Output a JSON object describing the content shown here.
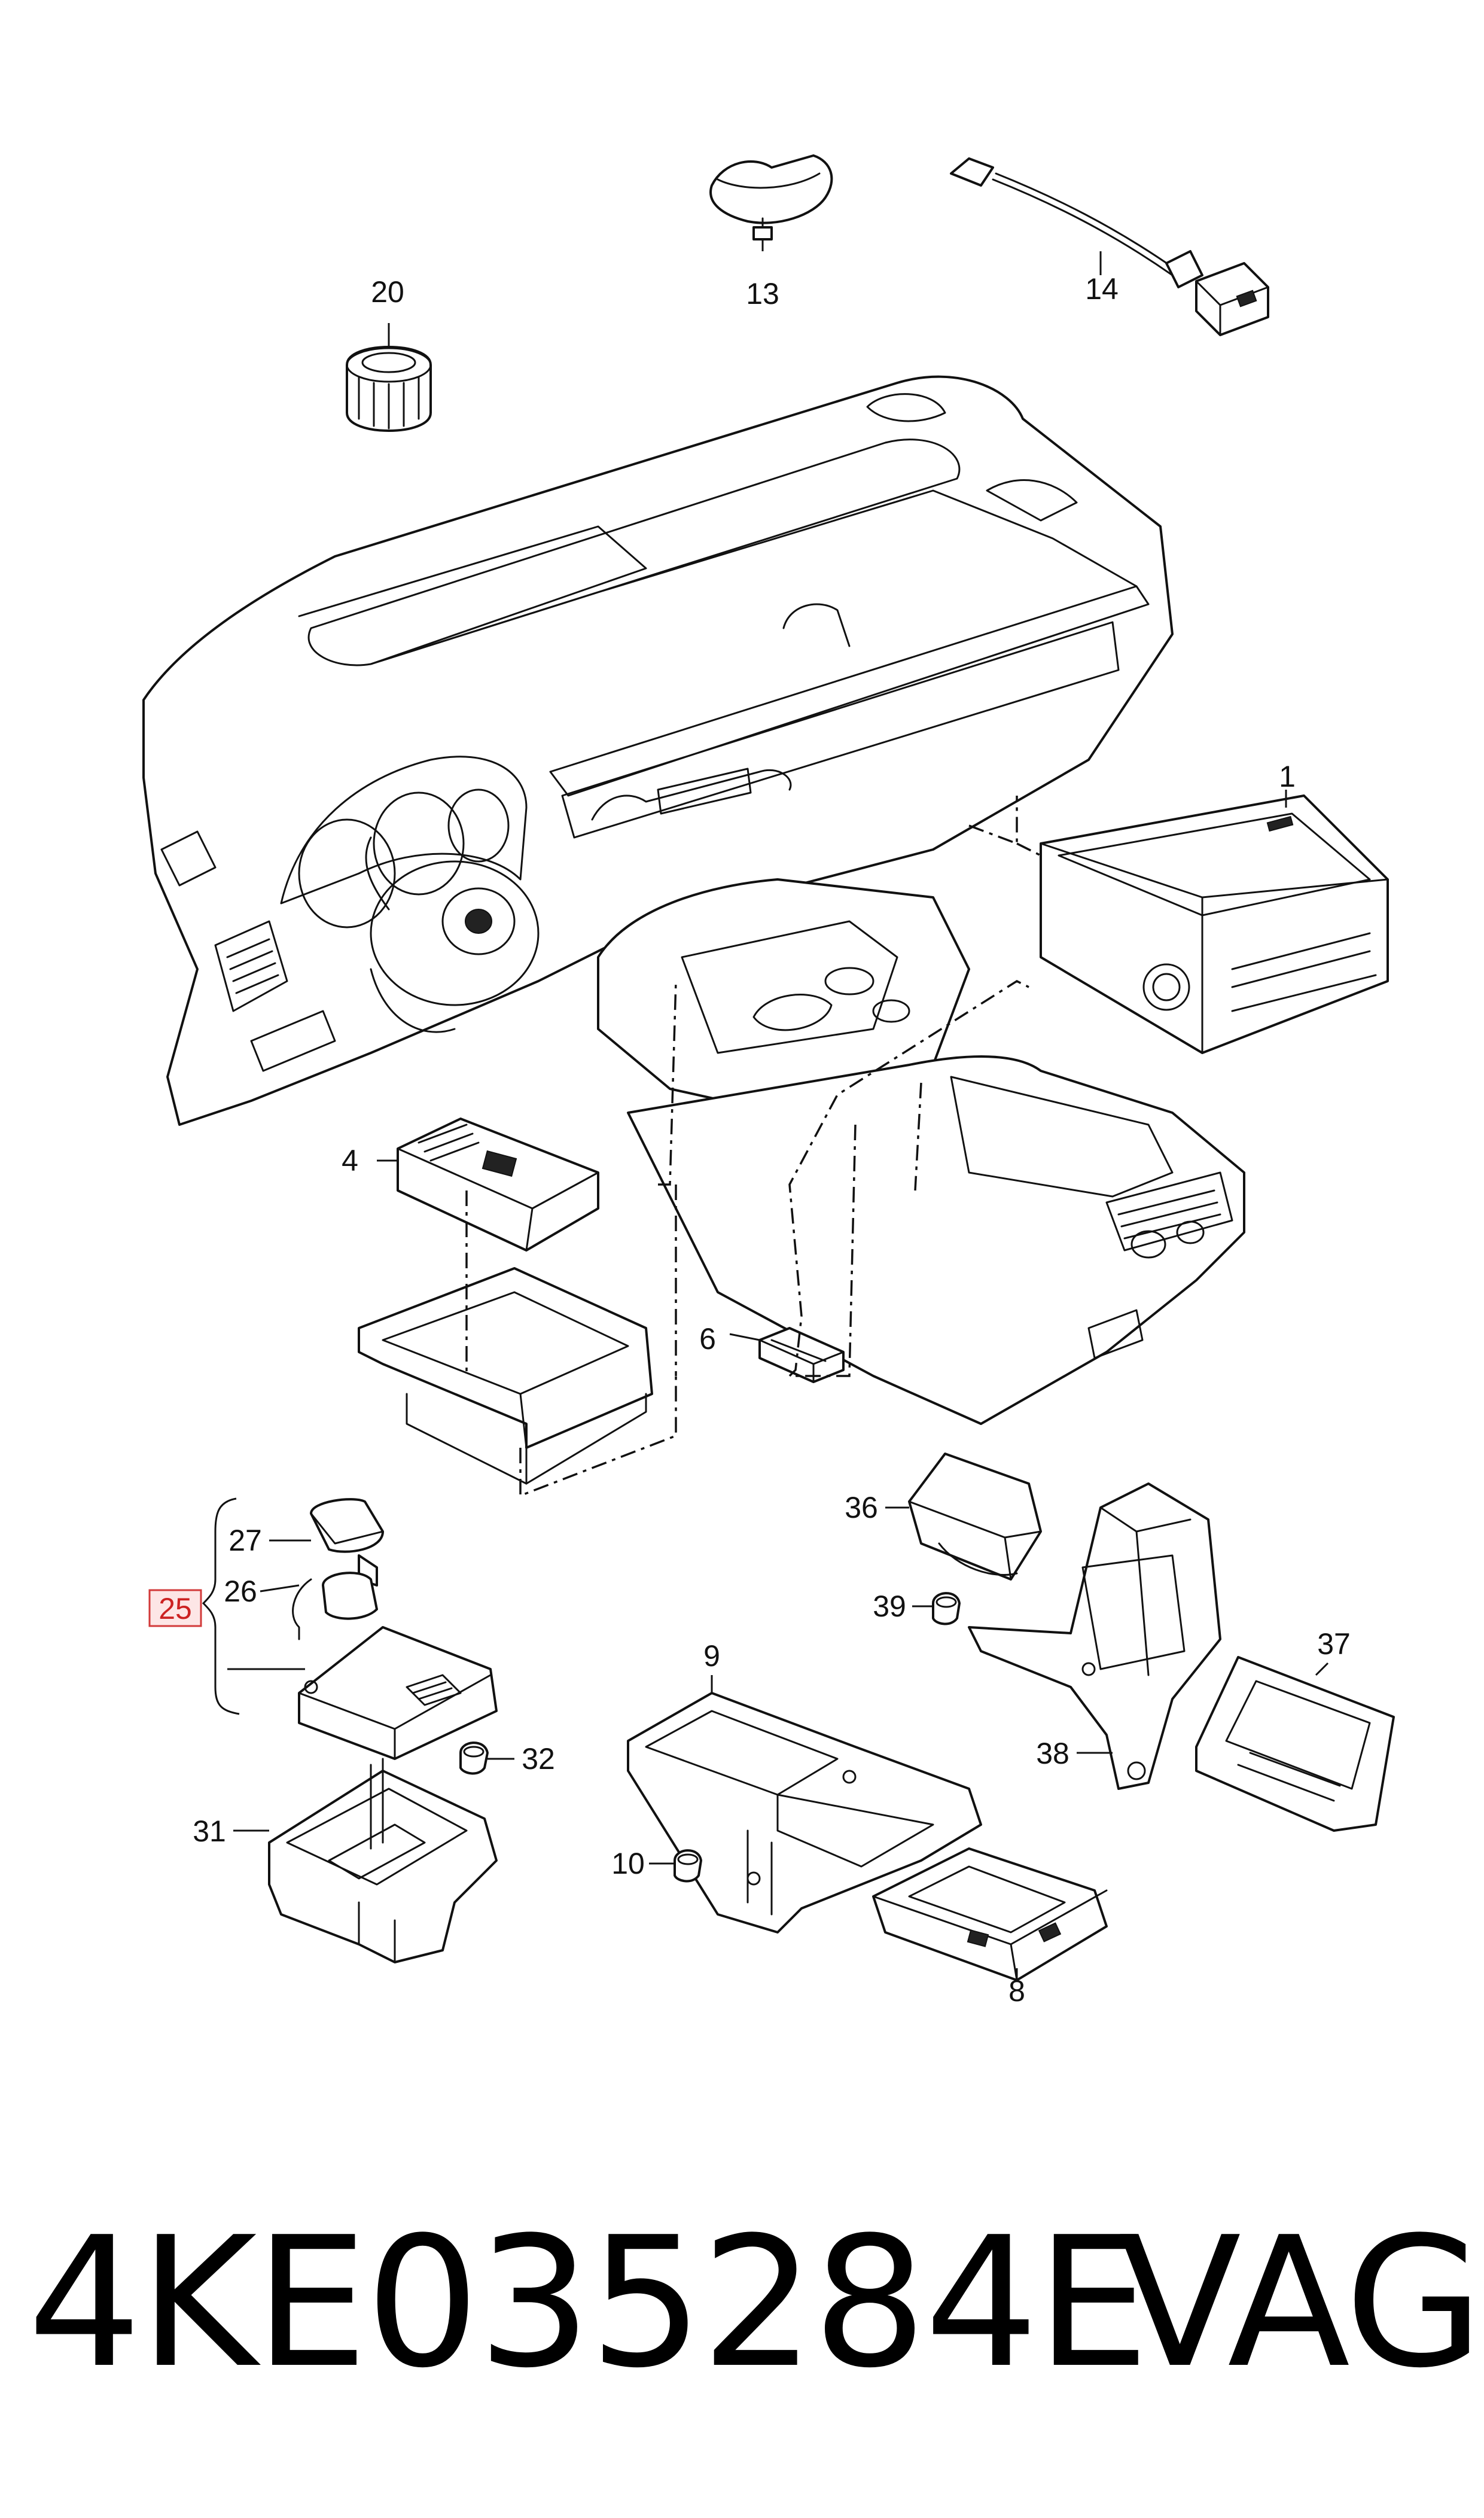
{
  "diagram": {
    "labels": {
      "p1": "1",
      "p4": "4",
      "p6": "6",
      "p8": "8",
      "p9": "9",
      "p10": "10",
      "p13": "13",
      "p14": "14",
      "p20": "20",
      "p25": "25",
      "p26": "26",
      "p27": "27",
      "p31": "31",
      "p32": "32",
      "p36": "36",
      "p37": "37",
      "p38": "38",
      "p39": "39"
    },
    "highlighted_label": "25",
    "highlight_color": "#d23a3a"
  },
  "footer": {
    "part_number": "4KE035284E",
    "brand": "VAG"
  }
}
